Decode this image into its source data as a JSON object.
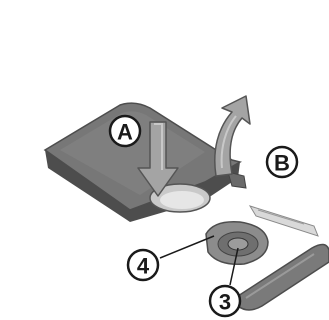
{
  "callouts": {
    "a": "A",
    "b": "B",
    "four": "4",
    "three": "3"
  },
  "colors": {
    "housing": "#6f6f6f",
    "housing_top": "#8a8a8a",
    "housing_edge": "#4d4d4d",
    "arrow": "#9a9a9a",
    "arrow_outline": "#555555",
    "part": "#8c8c8c",
    "leader": "#1a1a1a"
  }
}
